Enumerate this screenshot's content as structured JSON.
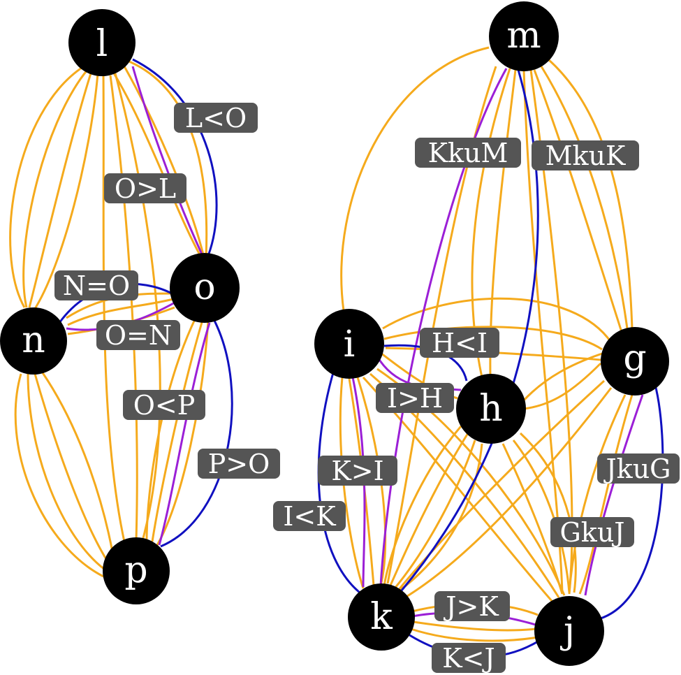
{
  "colors": {
    "background": "#ffffff",
    "node_fill": "#000000",
    "node_text": "#ffffff",
    "label_box": "#555555",
    "label_text": "#ffffff",
    "edge_plain": "#f5aa1c",
    "edge_greater": "#9b1fd6",
    "edge_less": "#1010c0"
  },
  "nodes": [
    {
      "id": "l",
      "label": "l"
    },
    {
      "id": "m",
      "label": "m"
    },
    {
      "id": "n",
      "label": "n"
    },
    {
      "id": "o",
      "label": "o"
    },
    {
      "id": "p",
      "label": "p"
    },
    {
      "id": "i",
      "label": "i"
    },
    {
      "id": "g",
      "label": "g"
    },
    {
      "id": "h",
      "label": "h"
    },
    {
      "id": "k",
      "label": "k"
    },
    {
      "id": "j",
      "label": "j"
    }
  ],
  "edge_labels": [
    {
      "id": "lo",
      "text": "L<O"
    },
    {
      "id": "ol",
      "text": "O>L"
    },
    {
      "id": "no",
      "text": "N=O"
    },
    {
      "id": "on",
      "text": "O=N"
    },
    {
      "id": "op",
      "text": "O<P"
    },
    {
      "id": "po",
      "text": "P>O"
    },
    {
      "id": "kkum",
      "text": "KkuM"
    },
    {
      "id": "mkuk",
      "text": "MkuK"
    },
    {
      "id": "hi",
      "text": "H<I"
    },
    {
      "id": "ih",
      "text": "I>H"
    },
    {
      "id": "ki",
      "text": "K>I"
    },
    {
      "id": "ik",
      "text": "I<K"
    },
    {
      "id": "jkug",
      "text": "JkuG"
    },
    {
      "id": "gkuj",
      "text": "GkuJ"
    },
    {
      "id": "jk",
      "text": "J>K"
    },
    {
      "id": "kj",
      "text": "K<J"
    }
  ]
}
